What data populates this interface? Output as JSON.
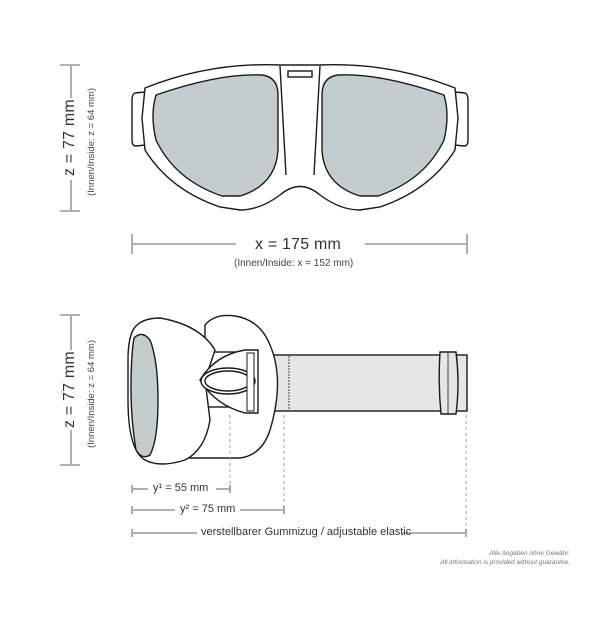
{
  "front_view": {
    "height_label": "z = 77 mm",
    "height_inside_label": "(Innen/Inside: z = 64 mm)",
    "width_label": "x = 175 mm",
    "width_inside_label": "(Innen/Inside: x = 152 mm)"
  },
  "side_view": {
    "height_label": "z = 77 mm",
    "height_inside_label": "(Innen/Inside: z = 64 mm)",
    "depth1_label": "y¹ = 55 mm",
    "depth2_label": "y² = 75 mm",
    "strap_label": "verstellbarer Gummizug / adjustable elastic"
  },
  "disclaimer": {
    "line1": "Alle Angaben ohne Gewähr.",
    "line2": "All information is provided without guarantee."
  },
  "colors": {
    "lens": "#c3cdd0",
    "strap": "#e6e6e6",
    "outline": "#1a1a1a",
    "dim_line": "#333333"
  }
}
